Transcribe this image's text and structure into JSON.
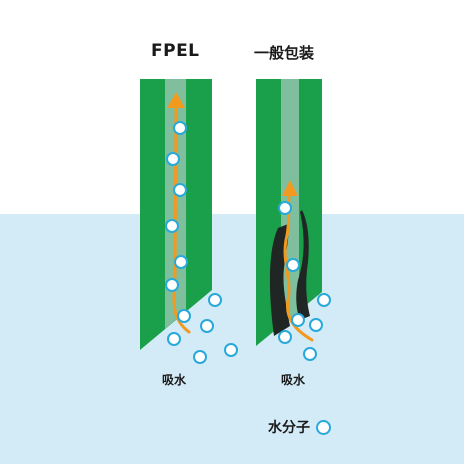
{
  "titles": {
    "left": "FPEL",
    "right": "一般包装"
  },
  "captions": {
    "left_absorb": "吸水",
    "right_absorb": "吸水"
  },
  "legend": {
    "label": "水分子"
  },
  "colors": {
    "water": "#d3ebf7",
    "strip_green": "#1aa04a",
    "strip_core": "#7fbf9e",
    "arrow": "#f29a1f",
    "molecule_border": "#29a9d9",
    "clog": "#1f2623"
  }
}
